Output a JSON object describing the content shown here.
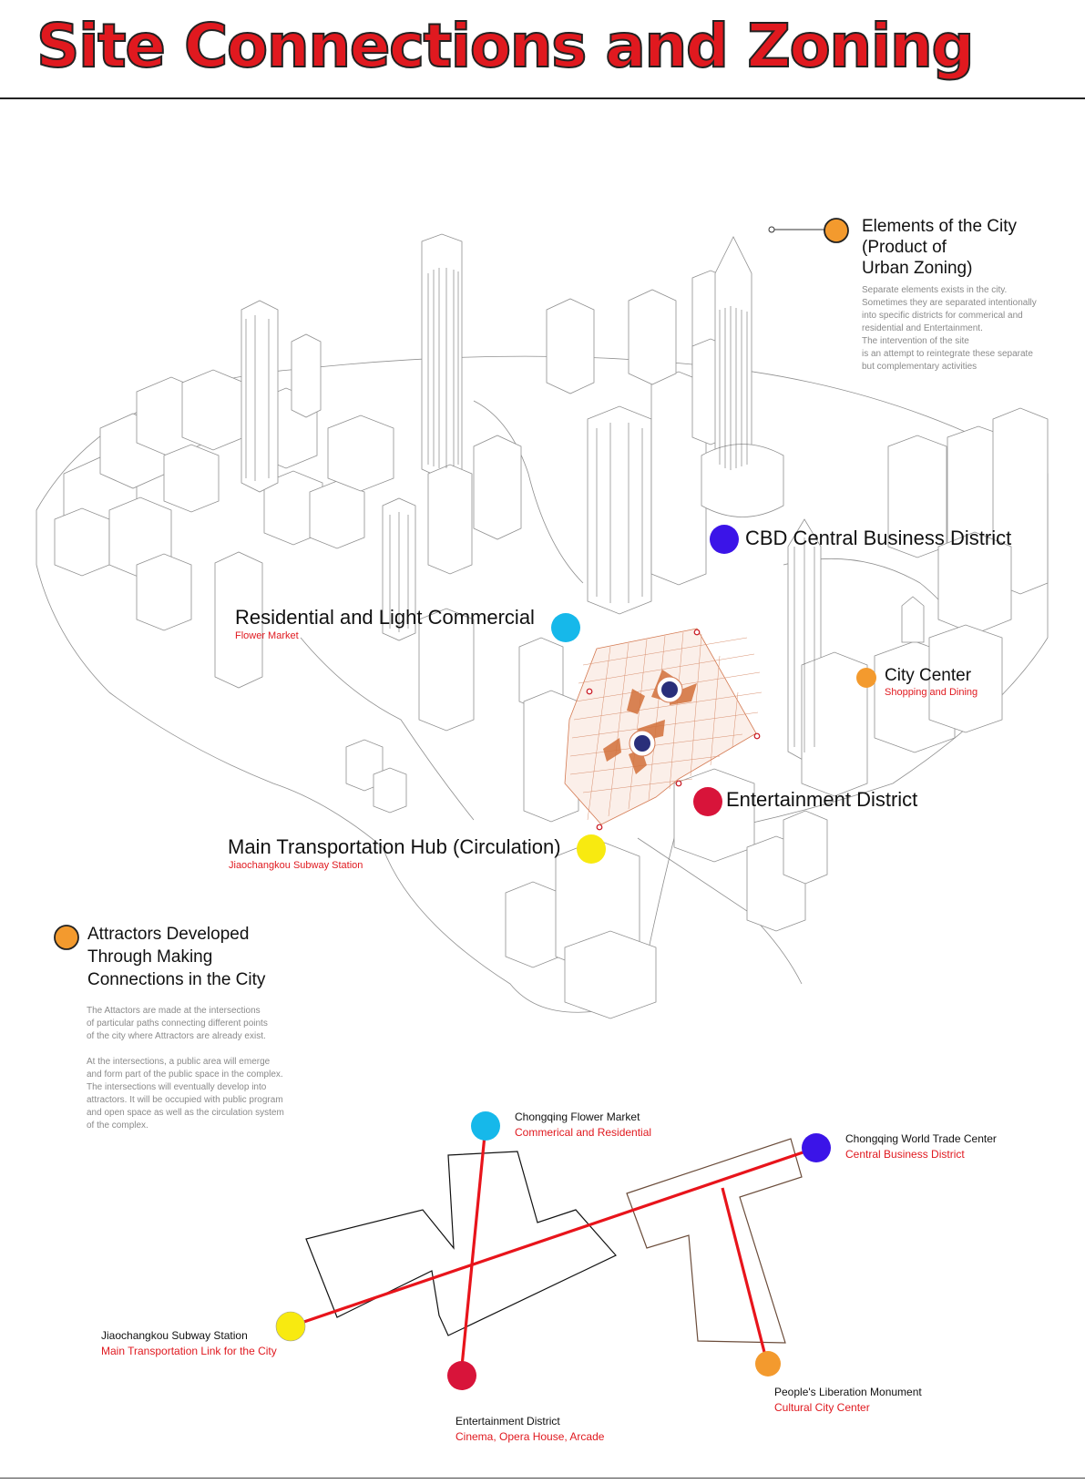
{
  "title": "Site Connections and Zoning",
  "colors": {
    "accent_red": "#e0191f",
    "orange": "#f39a2e",
    "cyan": "#16b8ea",
    "blue": "#3b14e8",
    "crimson": "#d8143a",
    "yellow": "#f8ea10",
    "plaza": "#d2703a"
  },
  "elements_of_city": {
    "heading_lines": [
      "Elements of the City",
      "(Product of",
      "Urban Zoning)"
    ],
    "body_lines": [
      "Separate elements exists in the city.",
      "Sometimes they are separated intentionally",
      "into specific districts for commerical and",
      "residential and Entertainment.",
      "The intervention of the site",
      "is an attempt to reintegrate these separate",
      "but complementary activities"
    ]
  },
  "zones": {
    "cbd": {
      "label": "CBD Central Business District"
    },
    "residential": {
      "label": "Residential and Light Commercial",
      "sub": "Flower Market"
    },
    "city_center": {
      "label": "City Center",
      "sub": "Shopping and Dining"
    },
    "entertainment": {
      "label": "Entertainment District"
    },
    "transport": {
      "label": "Main Transportation Hub (Circulation)",
      "sub": "Jiaochangkou Subway Station"
    }
  },
  "attractors": {
    "heading_lines": [
      "Attractors Developed",
      "Through Making",
      "Connections in the City"
    ],
    "body_lines": [
      "The Attactors are made at the intersections",
      "of particular paths connecting different points",
      "of the city where Attractors are already exist.",
      "",
      "At the intersections, a public area will emerge",
      "and form part of the public space in the complex.",
      "The intersections will eventually develop into",
      "attractors.  It will be occupied with public program",
      "and open space as well as the circulation system",
      "of the complex."
    ]
  },
  "diagram_nodes": {
    "flower_market": {
      "name": "Chongqing Flower Market",
      "sub": "Commerical and Residential"
    },
    "wtc": {
      "name": "Chongqing World Trade Center",
      "sub": "Central Business District"
    },
    "subway": {
      "name": "Jiaochangkou Subway Station",
      "sub": "Main Transportation Link for the City"
    },
    "entertainment": {
      "name": "Entertainment District",
      "sub": "Cinema, Opera House, Arcade"
    },
    "monument": {
      "name": "People's Liberation Monument",
      "sub": "Cultural City Center"
    }
  }
}
